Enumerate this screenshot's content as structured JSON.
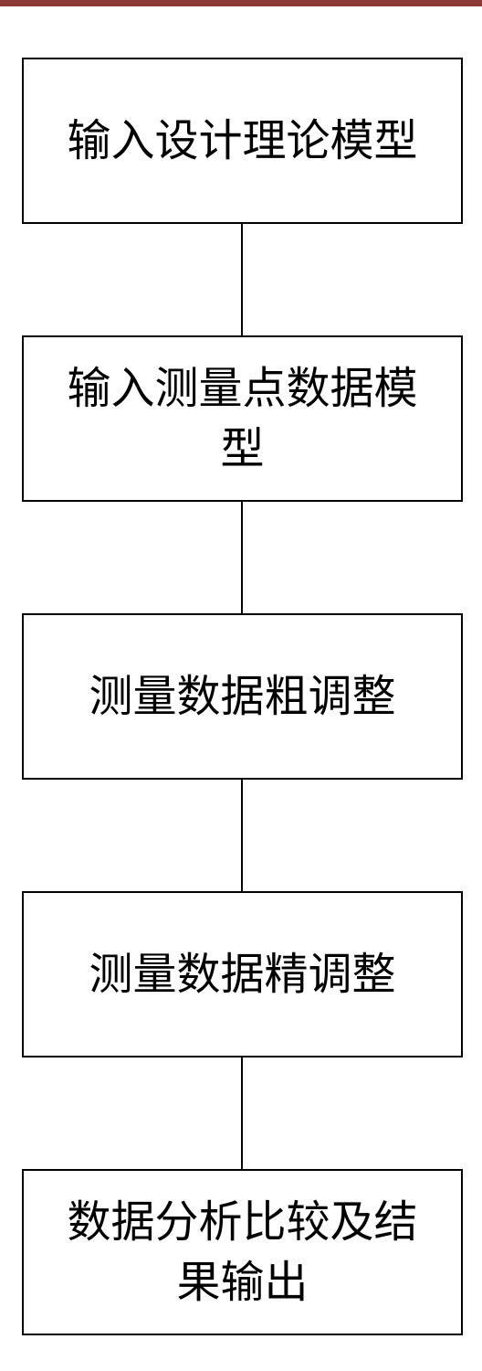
{
  "diagram": {
    "type": "flowchart",
    "steps": [
      {
        "label": "输入设计理论模型"
      },
      {
        "label": "输入测量点数据模型"
      },
      {
        "label": "测量数据粗调整"
      },
      {
        "label": "测量数据精调整"
      },
      {
        "label": "数据分析比较及结果输出"
      }
    ],
    "colors": {
      "top_rule": "#8f3a3a",
      "box_border": "#000000",
      "connector": "#000000",
      "background": "#ffffff",
      "text": "#000000"
    }
  }
}
